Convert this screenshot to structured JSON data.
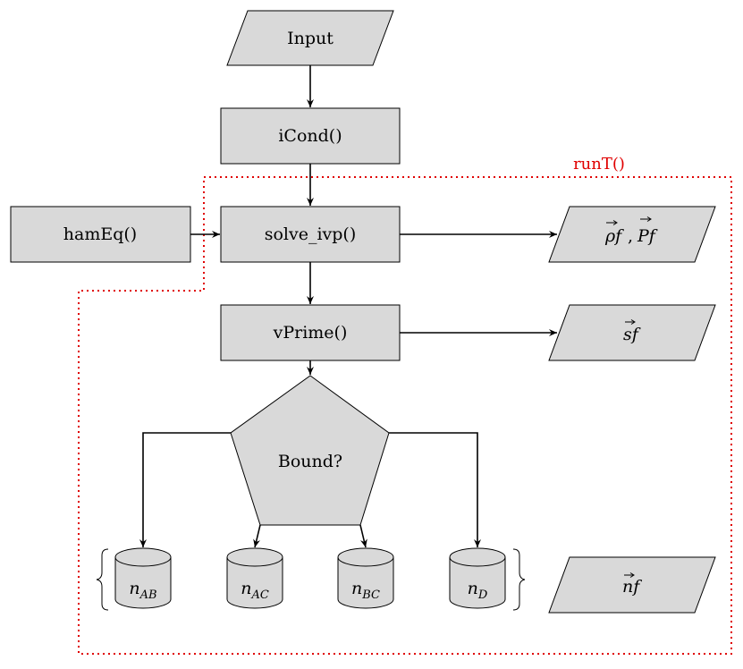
{
  "colors": {
    "fill": "#d9d9d9",
    "stroke": "#000000",
    "region": "#e00000"
  },
  "nodes": {
    "input": "Input",
    "icond": "iCond()",
    "hameq": "hamEq()",
    "solve": "solve_ivp()",
    "vprime": "vPrime()",
    "bound": "Bound?"
  },
  "region_label": "runT()",
  "outputs": {
    "rho": "ρf",
    "p": "Pf",
    "s": "sf",
    "n": "nf"
  },
  "cylinders": [
    {
      "base": "n",
      "sub": "AB"
    },
    {
      "base": "n",
      "sub": "AC"
    },
    {
      "base": "n",
      "sub": "BC"
    },
    {
      "base": "n",
      "sub": "D"
    }
  ]
}
